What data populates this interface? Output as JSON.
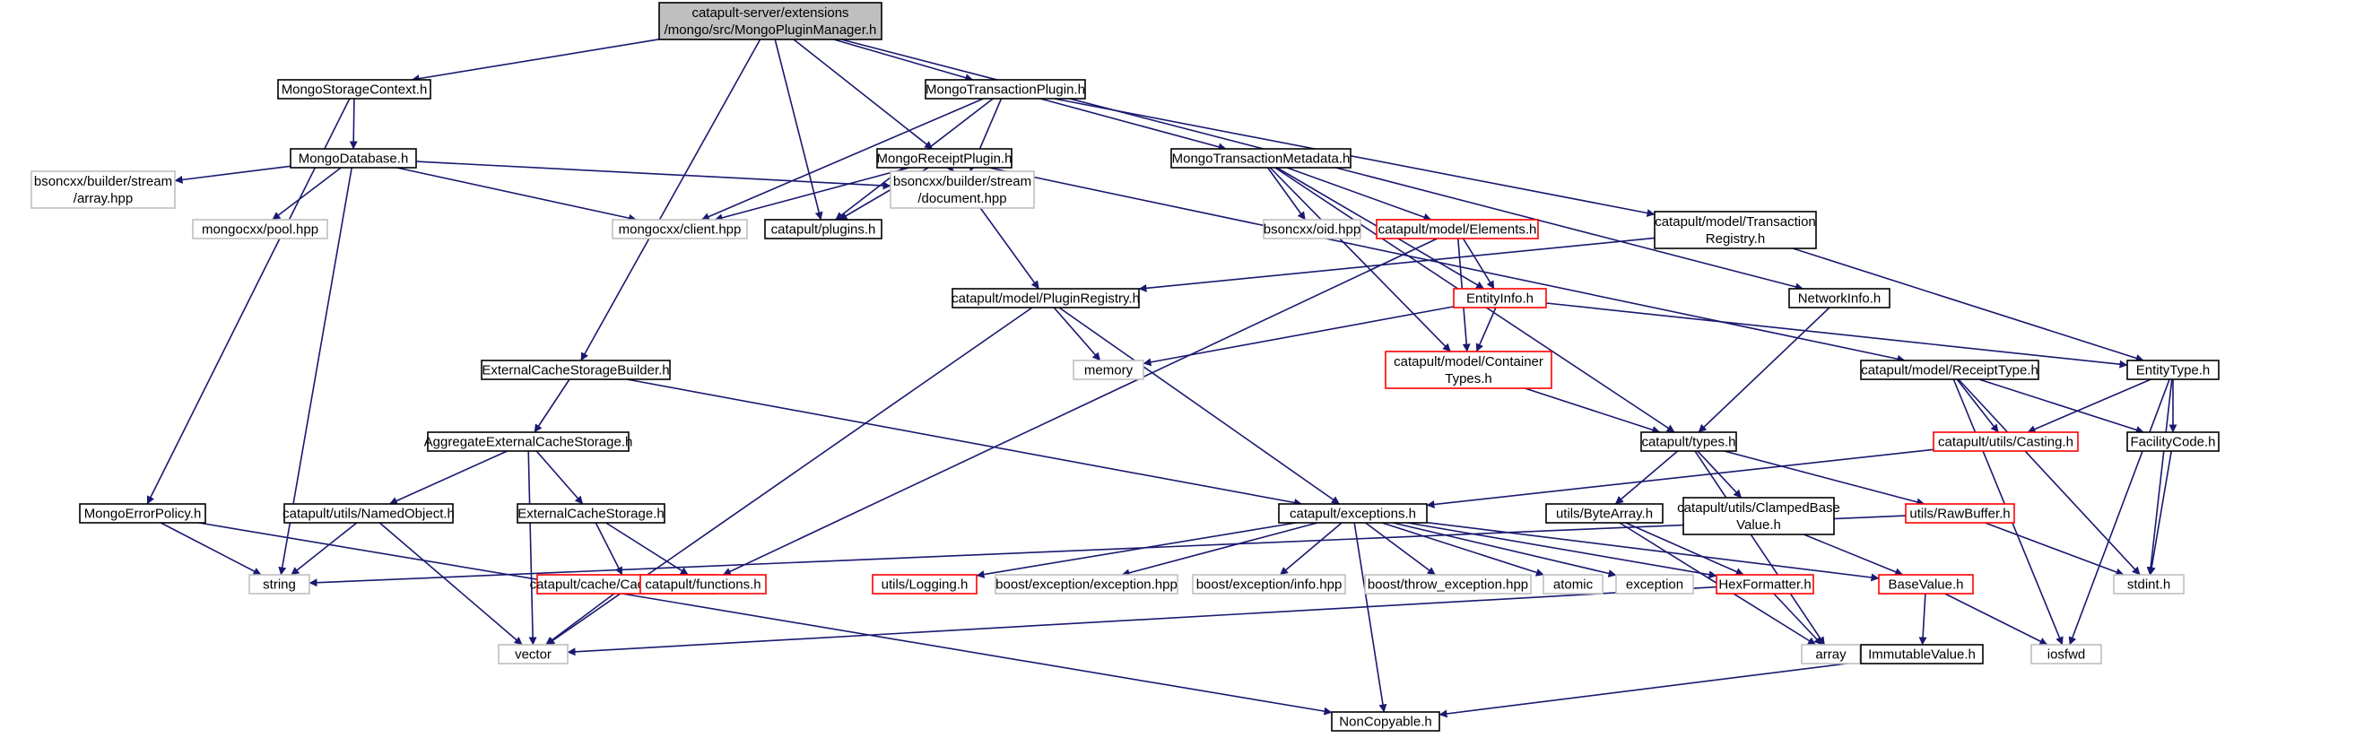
{
  "colors": {
    "edge": "#191970",
    "border_default": "#000000",
    "border_truncated": "#ff0000",
    "border_external": "#bfbfbf",
    "fill_root": "#bfbfbf",
    "fill_default": "#ffffff",
    "text": "#000000"
  },
  "nodes": [
    {
      "id": "root",
      "lines": [
        "catapult-server/extensions",
        "/mongo/src/MongoPluginManager.h"
      ],
      "style": "root"
    },
    {
      "id": "msc",
      "lines": [
        "MongoStorageContext.h"
      ],
      "style": "default"
    },
    {
      "id": "mtp",
      "lines": [
        "MongoTransactionPlugin.h"
      ],
      "style": "default"
    },
    {
      "id": "mdb",
      "lines": [
        "MongoDatabase.h"
      ],
      "style": "default"
    },
    {
      "id": "mrp",
      "lines": [
        "MongoReceiptPlugin.h"
      ],
      "style": "default"
    },
    {
      "id": "mtm",
      "lines": [
        "MongoTransactionMetadata.h"
      ],
      "style": "default"
    },
    {
      "id": "bsarr",
      "lines": [
        "bsoncxx/builder/stream",
        "/array.hpp"
      ],
      "style": "external"
    },
    {
      "id": "pool",
      "lines": [
        "mongocxx/pool.hpp"
      ],
      "style": "external"
    },
    {
      "id": "client",
      "lines": [
        "mongocxx/client.hpp"
      ],
      "style": "external"
    },
    {
      "id": "plugins",
      "lines": [
        "catapult/plugins.h"
      ],
      "style": "default"
    },
    {
      "id": "bsdoc",
      "lines": [
        "bsoncxx/builder/stream",
        "/document.hpp"
      ],
      "style": "external"
    },
    {
      "id": "oid",
      "lines": [
        "bsoncxx/oid.hpp"
      ],
      "style": "external"
    },
    {
      "id": "elements",
      "lines": [
        "catapult/model/Elements.h"
      ],
      "style": "truncated"
    },
    {
      "id": "treg",
      "lines": [
        "catapult/model/Transaction",
        "Registry.h"
      ],
      "style": "default"
    },
    {
      "id": "netinfo",
      "lines": [
        "NetworkInfo.h"
      ],
      "style": "default"
    },
    {
      "id": "preg",
      "lines": [
        "catapult/model/PluginRegistry.h"
      ],
      "style": "default"
    },
    {
      "id": "entinfo",
      "lines": [
        "EntityInfo.h"
      ],
      "style": "truncated"
    },
    {
      "id": "memory",
      "lines": [
        "memory"
      ],
      "style": "external"
    },
    {
      "id": "ctypes",
      "lines": [
        "catapult/model/Container",
        "Types.h"
      ],
      "style": "truncated"
    },
    {
      "id": "rtype",
      "lines": [
        "catapult/model/ReceiptType.h"
      ],
      "style": "default"
    },
    {
      "id": "etype",
      "lines": [
        "EntityType.h"
      ],
      "style": "default"
    },
    {
      "id": "ecsb",
      "lines": [
        "ExternalCacheStorageBuilder.h"
      ],
      "style": "default"
    },
    {
      "id": "aecs",
      "lines": [
        "AggregateExternalCacheStorage.h"
      ],
      "style": "default"
    },
    {
      "id": "types",
      "lines": [
        "catapult/types.h"
      ],
      "style": "default"
    },
    {
      "id": "casting",
      "lines": [
        "catapult/utils/Casting.h"
      ],
      "style": "truncated"
    },
    {
      "id": "fcode",
      "lines": [
        "FacilityCode.h"
      ],
      "style": "default"
    },
    {
      "id": "mep",
      "lines": [
        "MongoErrorPolicy.h"
      ],
      "style": "default"
    },
    {
      "id": "named",
      "lines": [
        "catapult/utils/NamedObject.h"
      ],
      "style": "default"
    },
    {
      "id": "ecs",
      "lines": [
        "ExternalCacheStorage.h"
      ],
      "style": "default"
    },
    {
      "id": "exc",
      "lines": [
        "catapult/exceptions.h"
      ],
      "style": "default"
    },
    {
      "id": "bytearr",
      "lines": [
        "utils/ByteArray.h"
      ],
      "style": "default"
    },
    {
      "id": "clamped",
      "lines": [
        "catapult/utils/ClampedBase",
        "Value.h"
      ],
      "style": "default"
    },
    {
      "id": "rawbuf",
      "lines": [
        "utils/RawBuffer.h"
      ],
      "style": "truncated"
    },
    {
      "id": "string",
      "lines": [
        "string"
      ],
      "style": "external"
    },
    {
      "id": "cchg",
      "lines": [
        "catapult/cache/CacheChanges.h"
      ],
      "style": "truncated"
    },
    {
      "id": "functions",
      "lines": [
        "catapult/functions.h"
      ],
      "style": "truncated"
    },
    {
      "id": "logging",
      "lines": [
        "utils/Logging.h"
      ],
      "style": "truncated"
    },
    {
      "id": "bexc",
      "lines": [
        "boost/exception/exception.hpp"
      ],
      "style": "external"
    },
    {
      "id": "binfo",
      "lines": [
        "boost/exception/info.hpp"
      ],
      "style": "external"
    },
    {
      "id": "bthrow",
      "lines": [
        "boost/throw_exception.hpp"
      ],
      "style": "external"
    },
    {
      "id": "atomic",
      "lines": [
        "atomic"
      ],
      "style": "external"
    },
    {
      "id": "exception",
      "lines": [
        "exception"
      ],
      "style": "external"
    },
    {
      "id": "hexfmt",
      "lines": [
        "HexFormatter.h"
      ],
      "style": "truncated"
    },
    {
      "id": "basevalue",
      "lines": [
        "BaseValue.h"
      ],
      "style": "truncated"
    },
    {
      "id": "stdint",
      "lines": [
        "stdint.h"
      ],
      "style": "external"
    },
    {
      "id": "vector",
      "lines": [
        "vector"
      ],
      "style": "external"
    },
    {
      "id": "array",
      "lines": [
        "array"
      ],
      "style": "external"
    },
    {
      "id": "immval",
      "lines": [
        "ImmutableValue.h"
      ],
      "style": "default"
    },
    {
      "id": "iosfwd",
      "lines": [
        "iosfwd"
      ],
      "style": "external"
    },
    {
      "id": "noncopy",
      "lines": [
        "NonCopyable.h"
      ],
      "style": "default"
    }
  ],
  "edges": [
    [
      "root",
      "msc"
    ],
    [
      "root",
      "ecsb"
    ],
    [
      "root",
      "plugins"
    ],
    [
      "root",
      "mrp"
    ],
    [
      "root",
      "mtp"
    ],
    [
      "root",
      "netinfo"
    ],
    [
      "msc",
      "mdb"
    ],
    [
      "msc",
      "mep"
    ],
    [
      "mdb",
      "bsarr"
    ],
    [
      "mdb",
      "pool"
    ],
    [
      "mdb",
      "client"
    ],
    [
      "mdb",
      "bsdoc"
    ],
    [
      "mdb",
      "string"
    ],
    [
      "mtp",
      "client"
    ],
    [
      "mtp",
      "plugins"
    ],
    [
      "mtp",
      "bsdoc"
    ],
    [
      "mtp",
      "mtm"
    ],
    [
      "mtp",
      "treg"
    ],
    [
      "mrp",
      "client"
    ],
    [
      "mrp",
      "plugins"
    ],
    [
      "mrp",
      "bsdoc"
    ],
    [
      "mrp",
      "preg"
    ],
    [
      "mrp",
      "rtype"
    ],
    [
      "mtm",
      "oid"
    ],
    [
      "mtm",
      "elements"
    ],
    [
      "mtm",
      "entinfo"
    ],
    [
      "mtm",
      "ctypes"
    ],
    [
      "mtm",
      "types"
    ],
    [
      "elements",
      "functions"
    ],
    [
      "elements",
      "entinfo"
    ],
    [
      "elements",
      "ctypes"
    ],
    [
      "treg",
      "preg"
    ],
    [
      "treg",
      "etype"
    ],
    [
      "netinfo",
      "types"
    ],
    [
      "preg",
      "memory"
    ],
    [
      "preg",
      "exc"
    ],
    [
      "preg",
      "vector"
    ],
    [
      "entinfo",
      "memory"
    ],
    [
      "entinfo",
      "ctypes"
    ],
    [
      "entinfo",
      "etype"
    ],
    [
      "ctypes",
      "types"
    ],
    [
      "rtype",
      "casting"
    ],
    [
      "rtype",
      "fcode"
    ],
    [
      "rtype",
      "stdint"
    ],
    [
      "rtype",
      "iosfwd"
    ],
    [
      "etype",
      "casting"
    ],
    [
      "etype",
      "fcode"
    ],
    [
      "etype",
      "stdint"
    ],
    [
      "etype",
      "iosfwd"
    ],
    [
      "ecsb",
      "aecs"
    ],
    [
      "ecsb",
      "exc"
    ],
    [
      "aecs",
      "named"
    ],
    [
      "aecs",
      "ecs"
    ],
    [
      "aecs",
      "vector"
    ],
    [
      "types",
      "bytearr"
    ],
    [
      "types",
      "clamped"
    ],
    [
      "types",
      "rawbuf"
    ],
    [
      "types",
      "array"
    ],
    [
      "casting",
      "exc"
    ],
    [
      "fcode",
      "stdint"
    ],
    [
      "mep",
      "string"
    ],
    [
      "mep",
      "noncopy"
    ],
    [
      "named",
      "string"
    ],
    [
      "named",
      "vector"
    ],
    [
      "ecs",
      "cchg"
    ],
    [
      "ecs",
      "functions"
    ],
    [
      "cchg",
      "vector"
    ],
    [
      "exc",
      "logging"
    ],
    [
      "exc",
      "bexc"
    ],
    [
      "exc",
      "binfo"
    ],
    [
      "exc",
      "bthrow"
    ],
    [
      "exc",
      "atomic"
    ],
    [
      "exc",
      "exception"
    ],
    [
      "exc",
      "hexfmt"
    ],
    [
      "exc",
      "basevalue"
    ],
    [
      "exc",
      "noncopy"
    ],
    [
      "bytearr",
      "hexfmt"
    ],
    [
      "bytearr",
      "array"
    ],
    [
      "clamped",
      "basevalue"
    ],
    [
      "rawbuf",
      "string"
    ],
    [
      "rawbuf",
      "stdint"
    ],
    [
      "hexfmt",
      "vector"
    ],
    [
      "hexfmt",
      "array"
    ],
    [
      "basevalue",
      "immval"
    ],
    [
      "basevalue",
      "iosfwd"
    ],
    [
      "immval",
      "noncopy"
    ]
  ]
}
